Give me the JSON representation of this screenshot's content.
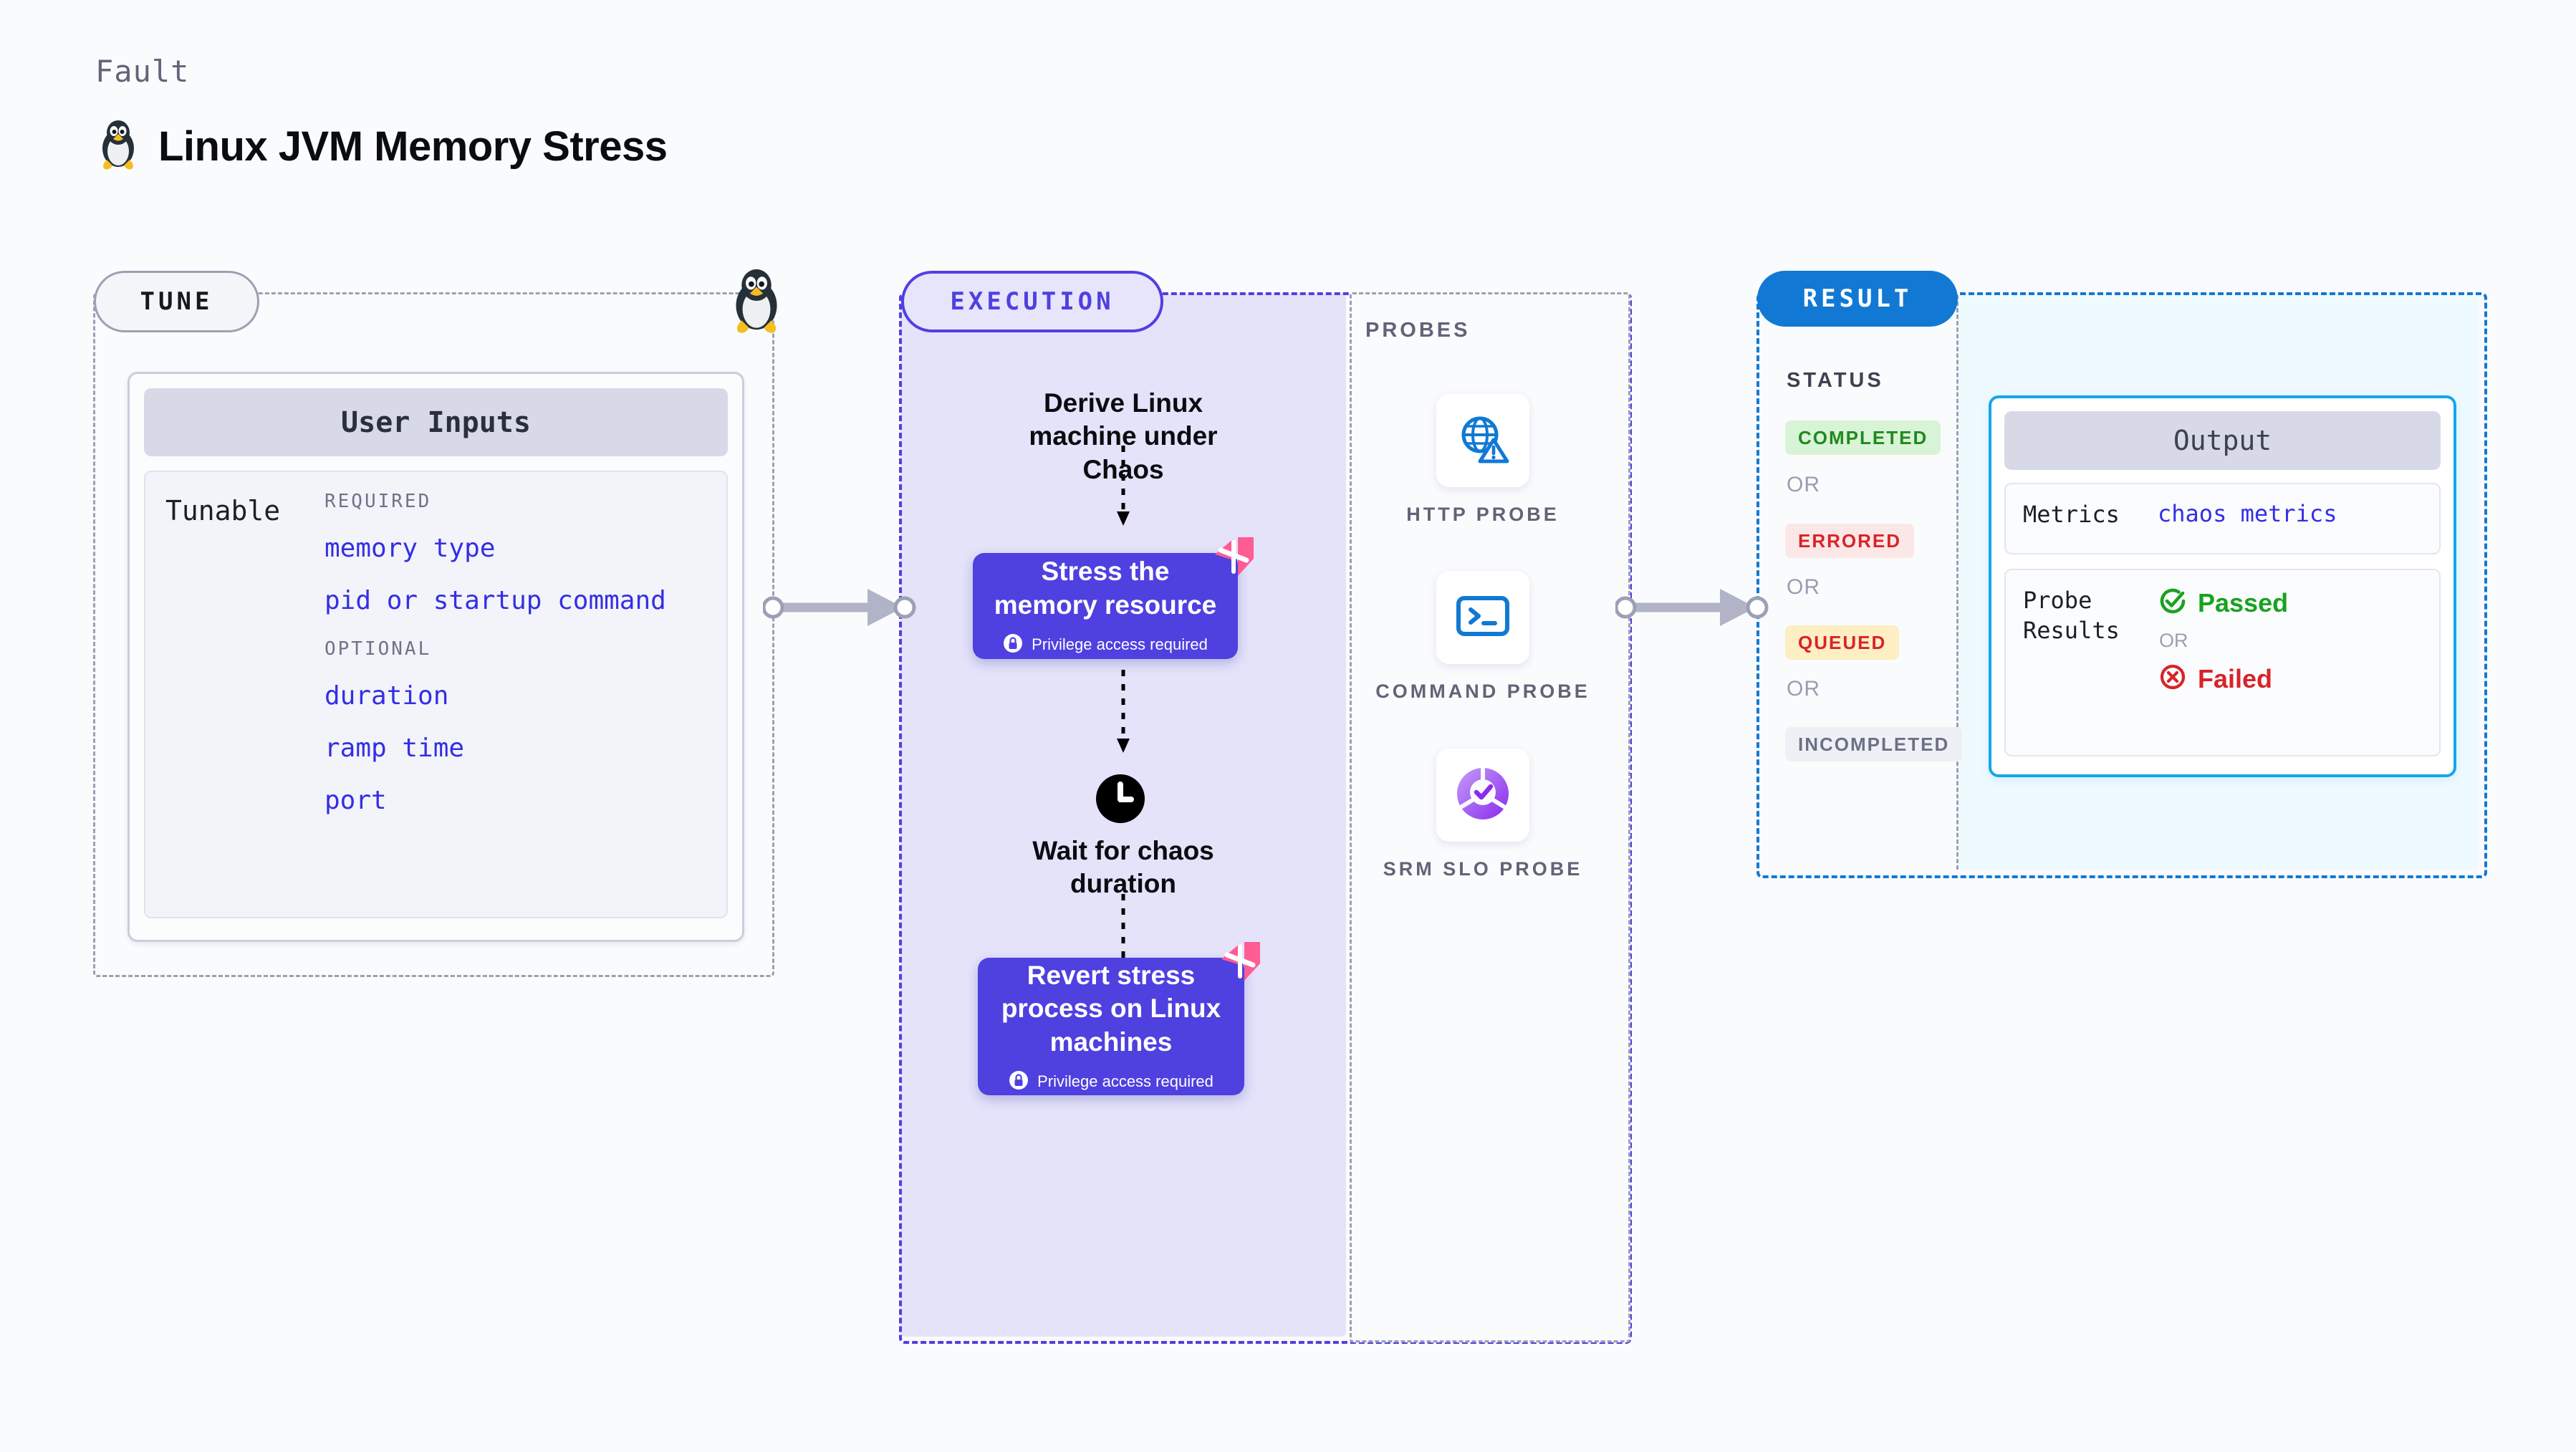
{
  "header": {
    "eyebrow": "Fault",
    "title": "Linux JVM Memory Stress",
    "icon": "linux-penguin-icon"
  },
  "tune": {
    "pill_label": "TUNE",
    "card_title": "User Inputs",
    "tunable_label": "Tunable",
    "groups": [
      {
        "heading": "REQUIRED",
        "items": [
          "memory type",
          "pid or startup command"
        ]
      },
      {
        "heading": "OPTIONAL",
        "items": [
          "duration",
          "ramp time",
          "port"
        ]
      }
    ]
  },
  "execution": {
    "pill_label": "EXECUTION",
    "steps": [
      {
        "type": "text",
        "label": "Derive Linux machine under Chaos"
      },
      {
        "type": "card",
        "label": "Stress the memory resource",
        "privilege_note": "Privilege access required",
        "badge": "harness-logo-icon"
      },
      {
        "type": "wait",
        "label": "Wait for chaos duration",
        "icon": "clock-icon"
      },
      {
        "type": "card",
        "label": "Revert stress process on Linux machines",
        "privilege_note": "Privilege access required",
        "badge": "harness-logo-icon"
      }
    ]
  },
  "probes": {
    "title": "PROBES",
    "items": [
      {
        "label": "HTTP PROBE",
        "icon": "globe-warning-icon"
      },
      {
        "label": "COMMAND PROBE",
        "icon": "terminal-icon"
      },
      {
        "label": "SRM SLO PROBE",
        "icon": "slo-check-icon"
      }
    ]
  },
  "result": {
    "pill_label": "RESULT",
    "status_title": "STATUS",
    "or_label": "OR",
    "statuses": [
      {
        "label": "COMPLETED",
        "color": "#1f8a1f",
        "bg": "#d9f3d6"
      },
      {
        "label": "ERRORED",
        "color": "#d8232a",
        "bg": "#fce7e7"
      },
      {
        "label": "QUEUED",
        "color": "#d8232a",
        "bg": "#fdeec3"
      },
      {
        "label": "INCOMPLETED",
        "color": "#6b7185",
        "bg": "#eff0f5"
      }
    ],
    "output": {
      "title": "Output",
      "metrics_key": "Metrics",
      "metrics_value": "chaos metrics",
      "probe_results_key": "Probe Results",
      "passed_label": "Passed",
      "or_label": "OR",
      "failed_label": "Failed"
    }
  },
  "connectors": [
    {
      "name": "tune-to-execution"
    },
    {
      "name": "execution-to-result"
    }
  ],
  "colors": {
    "indigo": "#4f40e0",
    "blue": "#1179d3",
    "cyan": "#14a7e8",
    "pink": "#ff5c93",
    "gray_dash": "#9aa1b4"
  }
}
